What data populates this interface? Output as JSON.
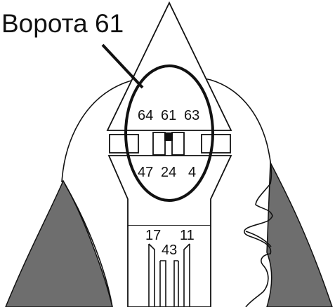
{
  "title": "Ворота 61",
  "gates": {
    "head_row": [
      "64",
      "61",
      "63"
    ],
    "ajna_row": [
      "47",
      "24",
      "4"
    ],
    "throat_left": "17",
    "throat_right": "11",
    "throat_center": "43"
  },
  "colors": {
    "stroke": "#111111",
    "fill_dark": "#6e6e6e",
    "background": "#ffffff"
  }
}
